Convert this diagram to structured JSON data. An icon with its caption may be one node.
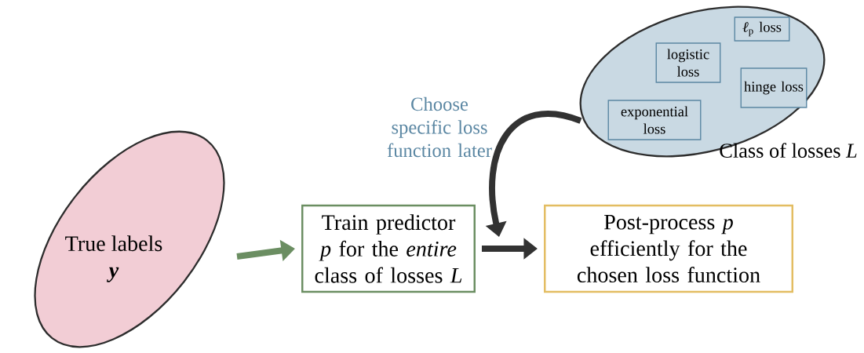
{
  "diagram": {
    "nodes": [
      {
        "text": [
          "True labels",
          "y"
        ]
      },
      {
        "text": [
          "Train predictor *p* for the *entire* class of losses *L*"
        ]
      },
      {
        "text": [
          "Post-process *p* efficiently for the chosen loss function"
        ]
      },
      {
        "text": [
          "Class of losses *L*"
        ]
      },
      {
        "text": [
          "*ℓ*$_{p}$ loss"
        ],
        "in": 3
      },
      {
        "text": [
          "logistic loss"
        ],
        "in": 3
      },
      {
        "text": [
          "hinge loss"
        ],
        "in": 3
      },
      {
        "text": [
          "exponential loss"
        ],
        "in": 3
      }
    ],
    "edges": [
      {
        "from": 0,
        "to": 1,
        "arrow": "to",
        "color": "#6b8e62"
      },
      {
        "from": 1,
        "to": 2,
        "arrow": "to"
      },
      {
        "from": 3,
        "to": null,
        "arrow": "to",
        "label": "Choose specific loss function later"
      }
    ]
  }
}
